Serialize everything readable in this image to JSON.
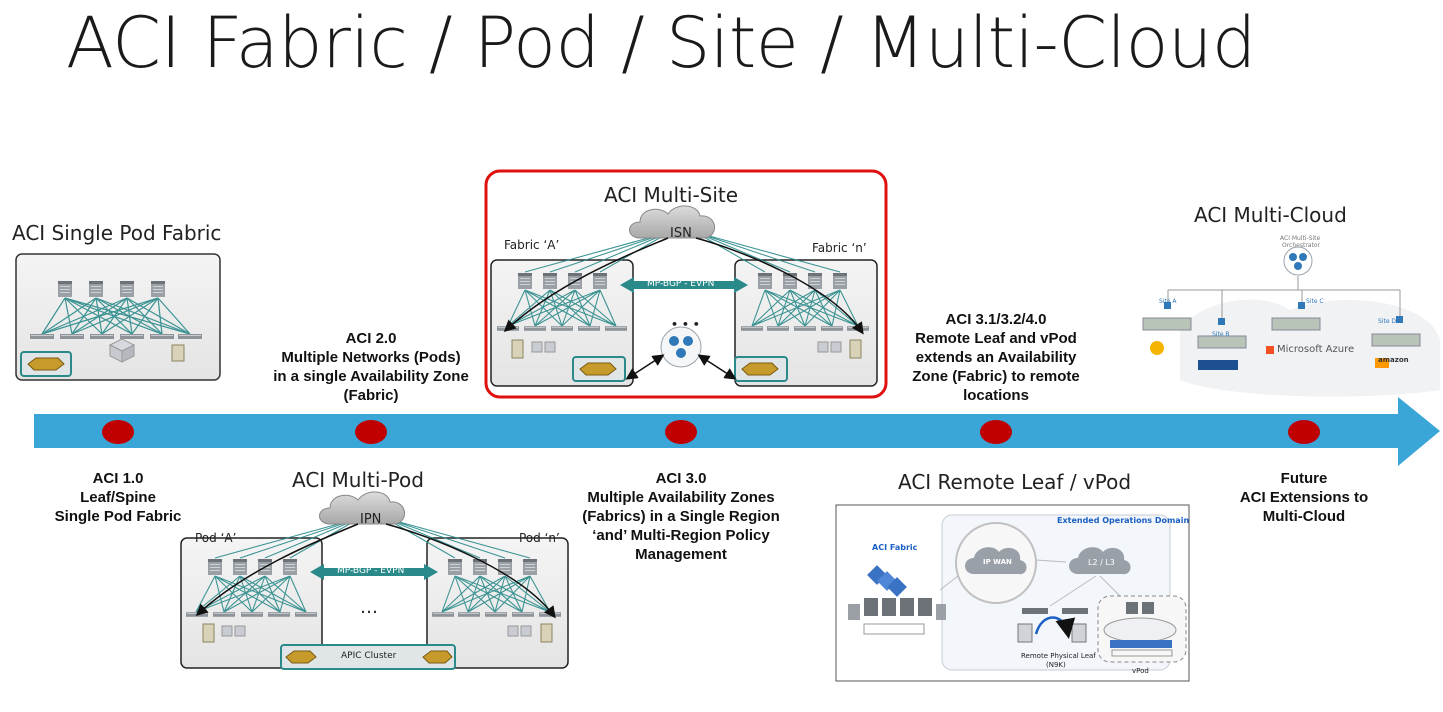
{
  "title": "ACI Fabric / Pod / Site / Multi-Cloud",
  "colors": {
    "arrow": "#3aa6d8",
    "milestone": "#c00000",
    "highlight": "#e01010",
    "fabric_line": "#2a8a8a"
  },
  "sections": {
    "single_pod": {
      "title": "ACI Single Pod Fabric"
    },
    "multi_pod": {
      "title": "ACI Multi-Pod",
      "pod_a": "Pod ‘A’",
      "pod_n": "Pod ‘n’",
      "ipn": "IPN",
      "mpbgp": "MP-BGP - EVPN",
      "ellipsis": "…",
      "apic": "APIC Cluster"
    },
    "multi_site": {
      "title": "ACI Multi-Site",
      "fabric_a": "Fabric ‘A’",
      "fabric_n": "Fabric ‘n’",
      "isn": "ISN",
      "mpbgp": "MP-BGP - EVPN",
      "dots": "• • •"
    },
    "remote_leaf": {
      "title": "ACI Remote Leaf / vPod",
      "domain": "Extended Operations Domain",
      "aci_fabric": "ACI Fabric",
      "ipwan": "IP WAN",
      "l2l3": "L2 / L3",
      "remote_leaf": "Remote Physical Leaf",
      "n9k": "(N9K)",
      "vpod": "vPod"
    },
    "multi_cloud": {
      "title": "ACI Multi-Cloud",
      "orchestrator_1": "ACI Multi-Site",
      "orchestrator_2": "Orchestrator",
      "site_a": "Site A",
      "site_b": "Site B",
      "site_c": "Site C",
      "site_d": "Site D",
      "azure": "Microsoft Azure",
      "amazon": "amazon"
    }
  },
  "milestones": {
    "m1": [
      "ACI 1.0",
      "Leaf/Spine",
      "Single Pod Fabric"
    ],
    "m2": [
      "ACI 2.0",
      "Multiple Networks (Pods)",
      "in a single Availability Zone",
      "(Fabric)"
    ],
    "m3": [
      "ACI 3.0",
      "Multiple Availability Zones",
      "(Fabrics) in a Single Region",
      "‘and’ Multi-Region Policy",
      "Management"
    ],
    "m4": [
      "ACI 3.1/3.2/4.0",
      "Remote Leaf and vPod",
      "extends an Availability",
      "Zone (Fabric) to remote",
      "locations"
    ],
    "m5": [
      "Future",
      "ACI Extensions to",
      "Multi-Cloud"
    ]
  }
}
